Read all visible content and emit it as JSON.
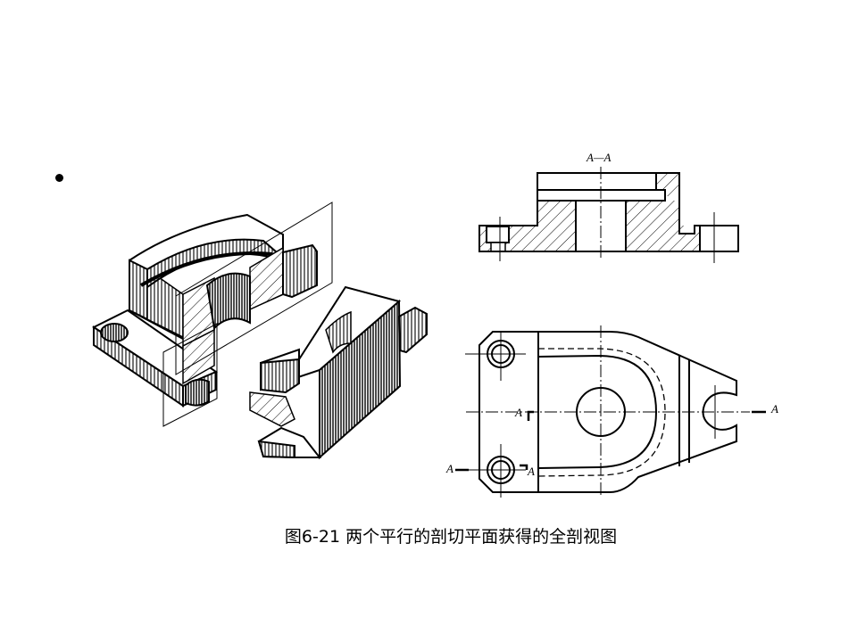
{
  "slide": {
    "caption": "图6-21  两个平行的剖切平面获得的全剖视图"
  },
  "drawing": {
    "section_label": "A—A",
    "cut_label_left_mid": "A",
    "cut_label_left_bottom": "A",
    "cut_label_bottom_inner": "A",
    "cut_label_right": "A"
  }
}
